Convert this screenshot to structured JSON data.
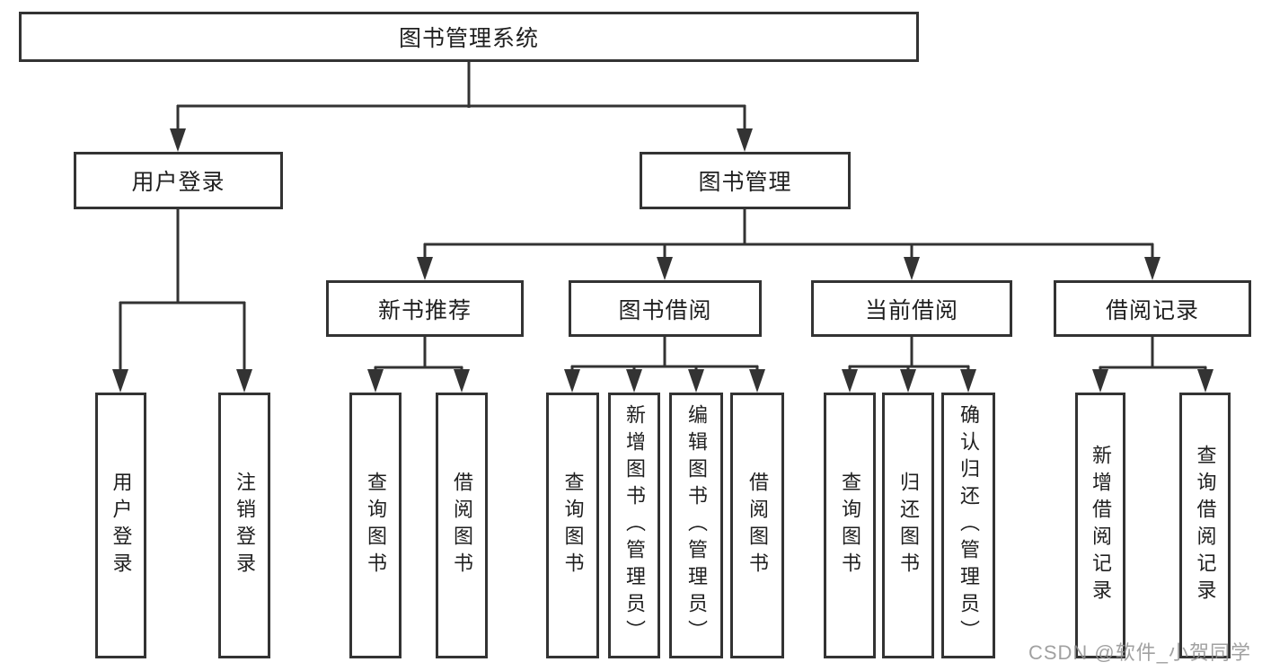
{
  "colors": {
    "background": "#ffffff",
    "line": "#333333",
    "box_border": "#333333",
    "text": "#1f1f1f",
    "watermark": "#919191"
  },
  "tree": {
    "root": {
      "label": "图书管理系统",
      "children": [
        {
          "label": "用户登录",
          "children": [
            {
              "label": "用户登录"
            },
            {
              "label": "注销登录"
            }
          ]
        },
        {
          "label": "图书管理",
          "children": [
            {
              "label": "新书推荐",
              "children": [
                {
                  "label": "查询图书"
                },
                {
                  "label": "借阅图书"
                }
              ]
            },
            {
              "label": "图书借阅",
              "children": [
                {
                  "label": "查询图书"
                },
                {
                  "label": "新增图书（管理员）"
                },
                {
                  "label": "编辑图书（管理员）"
                },
                {
                  "label": "借阅图书"
                }
              ]
            },
            {
              "label": "当前借阅",
              "children": [
                {
                  "label": "查询图书"
                },
                {
                  "label": "归还图书"
                },
                {
                  "label": "确认归还（管理员）"
                }
              ]
            },
            {
              "label": "借阅记录",
              "children": [
                {
                  "label": "新增借阅记录"
                },
                {
                  "label": "查询借阅记录"
                }
              ]
            }
          ]
        }
      ]
    }
  },
  "watermark": {
    "text": "CSDN @软件_小贺同学"
  }
}
